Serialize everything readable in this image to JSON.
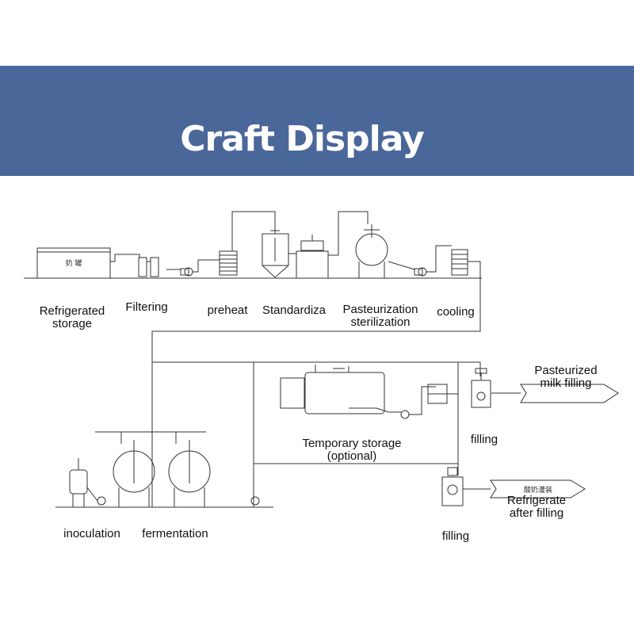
{
  "banner": {
    "title": "Craft Display",
    "color": "#4a679a"
  },
  "stages": {
    "refrigerated_storage": "Refrigerated\nstorage",
    "filtering": "Filtering",
    "preheat": "preheat",
    "standardiza": "Standardiza",
    "pasteurization": "Pasteurization\nsterilization",
    "cooling": "cooling",
    "temporary_storage": "Temporary storage\n(optional)",
    "filling_right": "filling",
    "filling_bottom": "filling",
    "inoculation": "inoculation",
    "fermentation": "fermentation"
  },
  "outputs": {
    "pasteurized_milk": "Pasteurized\nmilk filling",
    "refrigerate_after": "Refrigerate\nafter filling",
    "arrow_chinese": "酸奶灌装"
  },
  "tank_text": "奶 罐",
  "colors": {
    "line": "#333333",
    "text": "#111111"
  }
}
